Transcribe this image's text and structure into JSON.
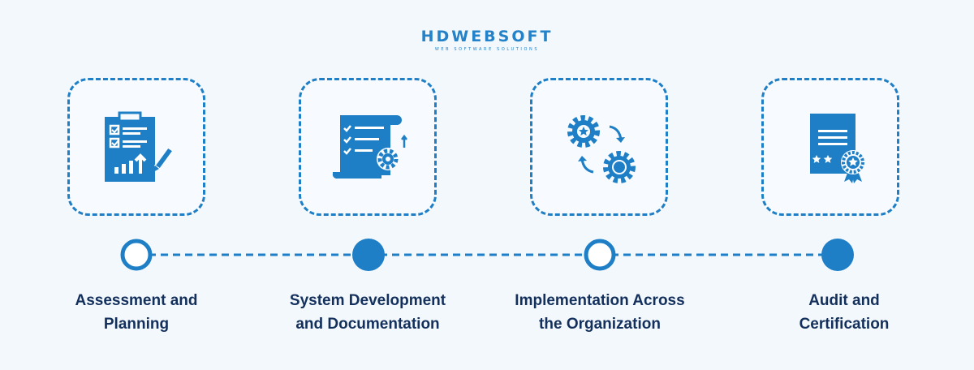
{
  "logo": {
    "name": "HDWEBSOFT",
    "tagline": "WEB SOFTWARE SOLUTIONS"
  },
  "colors": {
    "accent": "#1e7fc6",
    "text": "#13305c",
    "background": "#f3f8fd"
  },
  "steps": [
    {
      "line1": "Assessment and",
      "line2": "Planning",
      "icon": "clipboard-chart-icon",
      "node": "hollow"
    },
    {
      "line1": "System Development",
      "line2": "and Documentation",
      "icon": "scroll-gear-icon",
      "node": "filled"
    },
    {
      "line1": "Implementation Across",
      "line2": "the Organization",
      "icon": "gears-cycle-icon",
      "node": "hollow"
    },
    {
      "line1": "Audit and",
      "line2": "Certification",
      "icon": "certificate-icon",
      "node": "filled"
    }
  ]
}
